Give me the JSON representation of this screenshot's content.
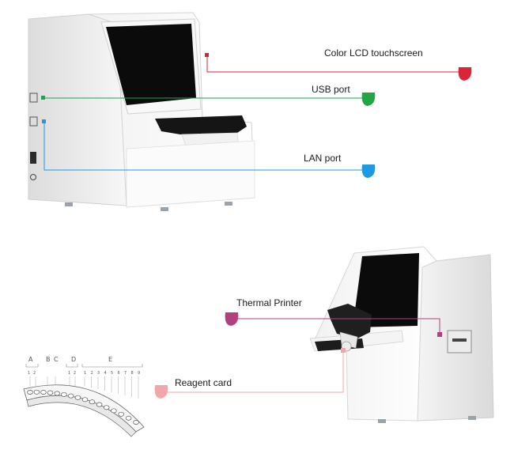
{
  "callouts": {
    "lcd": {
      "text": "Color LCD touchscreen",
      "color": "#d9243a"
    },
    "usb": {
      "text": "USB port",
      "color": "#22a447"
    },
    "lan": {
      "text": "LAN  port",
      "color": "#1e9be0"
    },
    "printer": {
      "text": "Thermal Printer",
      "color": "#b2407f"
    },
    "reagent": {
      "text": "Reagent card",
      "color": "#f0a6aa"
    }
  },
  "reagent_card": {
    "group_labels": [
      "A",
      "B",
      "C",
      "D",
      "E"
    ],
    "slot_numbers_a": [
      "1",
      "2"
    ],
    "slot_numbers_d": [
      "1",
      "2"
    ],
    "slot_numbers_e": [
      "1",
      "2",
      "3",
      "4",
      "5",
      "6",
      "7",
      "8",
      "9"
    ]
  }
}
